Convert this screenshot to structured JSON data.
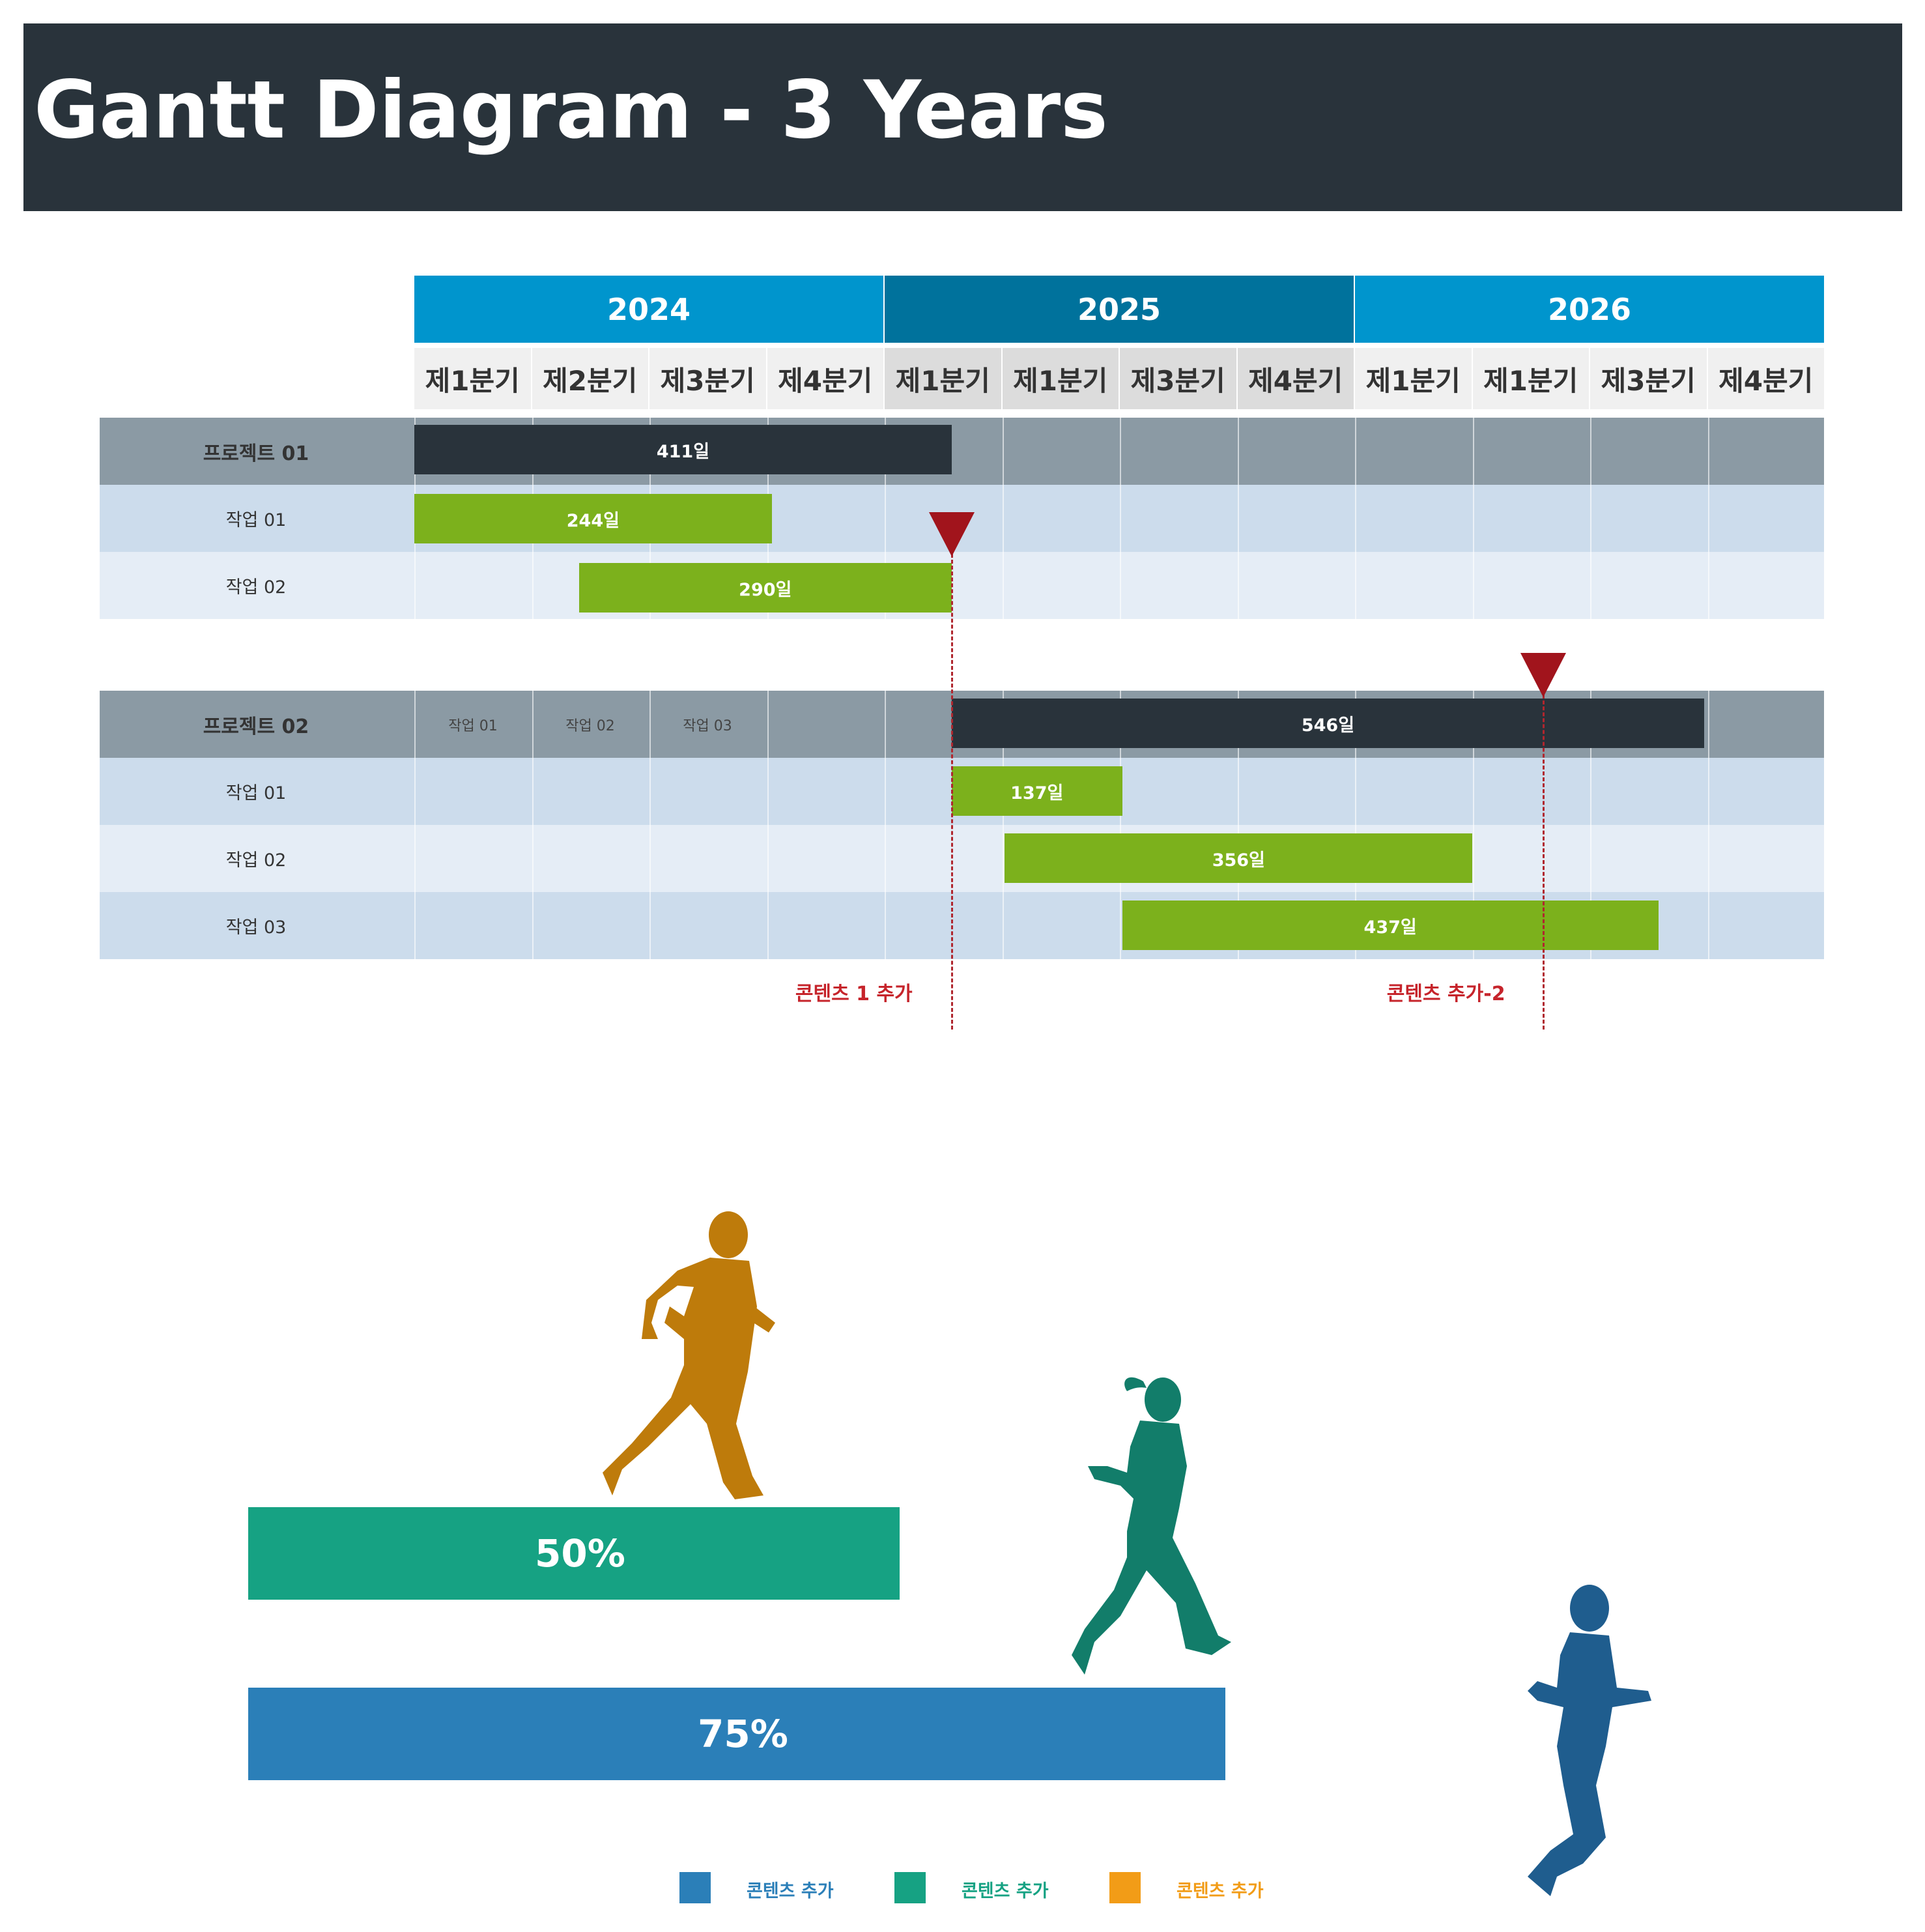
{
  "header": {
    "title": "Gantt Diagram - 3 Years"
  },
  "timeline": {
    "years": [
      {
        "label": "2024",
        "color": "#0095cd"
      },
      {
        "label": "2025",
        "color": "#00729c"
      },
      {
        "label": "2026",
        "color": "#0095cd"
      }
    ],
    "quarters": [
      "제1분기",
      "제2분기",
      "제3분기",
      "제4분기",
      "제1분기",
      "제1분기",
      "제3분기",
      "제4분기",
      "제1분기",
      "제1분기",
      "제3분기",
      "제4분기"
    ]
  },
  "project1": {
    "label": "프로젝트 01",
    "summary": {
      "duration": "411일",
      "start_q": 0,
      "end_q": 4.57
    },
    "tasks": [
      {
        "label": "작업 01",
        "duration": "244일",
        "start_q": 0,
        "end_q": 3.04
      },
      {
        "label": "작업 02",
        "duration": "290일",
        "start_q": 1.4,
        "end_q": 4.57
      }
    ]
  },
  "project2": {
    "label": "프로젝트 02",
    "cell_labels": [
      "작업 01",
      "작업 02",
      "작업 03"
    ],
    "summary": {
      "duration": "546일",
      "start_q": 4.57,
      "end_q": 10.97
    },
    "tasks": [
      {
        "label": "작업 01",
        "duration": "137일",
        "start_q": 4.57,
        "end_q": 6.02
      },
      {
        "label": "작업 02",
        "duration": "356일",
        "start_q": 5.02,
        "end_q": 9.0
      },
      {
        "label": "작업 03",
        "duration": "437일",
        "start_q": 6.02,
        "end_q": 10.58
      }
    ]
  },
  "milestones": [
    {
      "label": "콘텐츠 1 추가",
      "q": 4.57
    },
    {
      "label": "콘텐츠 추가-2",
      "q": 9.6
    }
  ],
  "progress": [
    {
      "label": "50%",
      "value": 0.5,
      "color": "#16a283"
    },
    {
      "label": "75%",
      "value": 0.75,
      "color": "#2b7fb8"
    }
  ],
  "legend": [
    {
      "label": "콘텐츠 추가",
      "color": "#2b7fb8"
    },
    {
      "label": "콘텐츠 추가",
      "color": "#16a283"
    },
    {
      "label": "콘텐츠 추가",
      "color": "#f29c17"
    }
  ],
  "runner_colors": {
    "orange": "#be7b0b",
    "teal": "#127d6a",
    "blue": "#1f5d8e"
  },
  "icons": [
    "milestone-triangle-icon",
    "runner-orange-icon",
    "runner-teal-icon",
    "runner-blue-icon"
  ]
}
